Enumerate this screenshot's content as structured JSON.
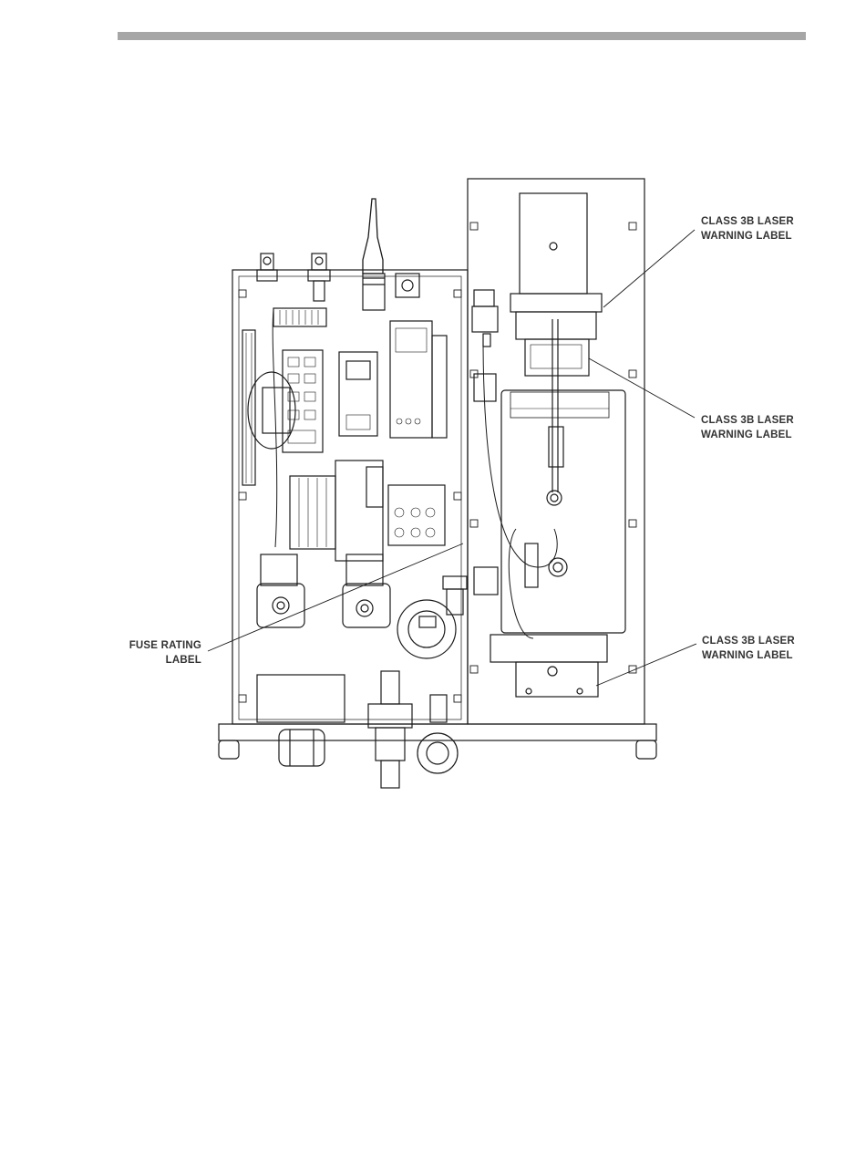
{
  "colors": {
    "rule": "#a6a6a6",
    "line": "#1a1a1a",
    "text": "#333333"
  },
  "callouts": {
    "laser_label_1": {
      "line1": "CLASS 3B LASER",
      "line2": "WARNING LABEL"
    },
    "laser_label_2": {
      "line1": "CLASS 3B LASER",
      "line2": "WARNING LABEL"
    },
    "laser_label_3": {
      "line1": "CLASS 3B LASER",
      "line2": "WARNING LABEL"
    },
    "fuse_label": {
      "line1": "FUSE RATING",
      "line2": "LABEL"
    }
  }
}
